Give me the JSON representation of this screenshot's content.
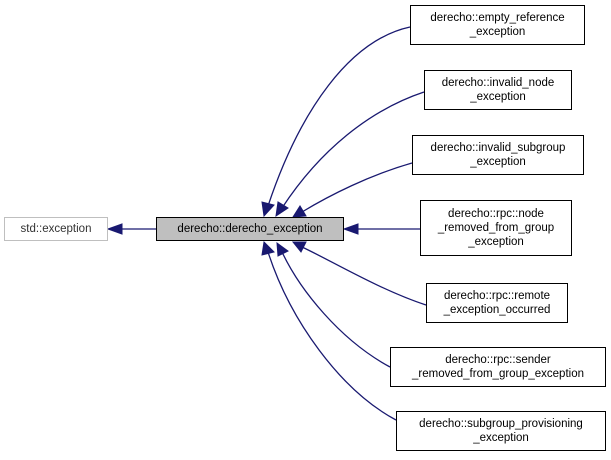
{
  "diagram": {
    "colors": {
      "edge": "#191970",
      "focus_fill": "#bfbfbf",
      "external_border": "#bfbfbf"
    },
    "external": {
      "label": "std::exception"
    },
    "focus": {
      "label": "derecho::derecho_exception"
    },
    "children": [
      {
        "lines": [
          "derecho::empty_reference",
          "_exception"
        ]
      },
      {
        "lines": [
          "derecho::invalid_node",
          "_exception"
        ]
      },
      {
        "lines": [
          "derecho::invalid_subgroup",
          "_exception"
        ]
      },
      {
        "lines": [
          "derecho::rpc::node",
          "_removed_from_group",
          "_exception"
        ]
      },
      {
        "lines": [
          "derecho::rpc::remote",
          "_exception_occurred"
        ]
      },
      {
        "lines": [
          "derecho::rpc::sender",
          "_removed_from_group_exception"
        ]
      },
      {
        "lines": [
          "derecho::subgroup_provisioning",
          "_exception"
        ]
      }
    ]
  }
}
